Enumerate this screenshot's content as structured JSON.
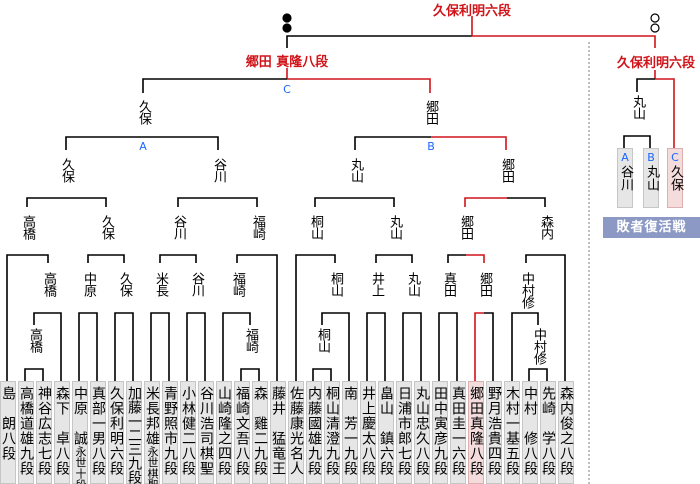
{
  "champion": "久保利明六段",
  "finalist_left": "郷田 真隆八段",
  "final_score_left": "●●",
  "final_score_right": "○○",
  "repechage_winner": "久保利明六段",
  "slots": {
    "a": "A",
    "b": "B",
    "c": "C"
  },
  "labels": [
    "久保",
    "郷田",
    "久保",
    "谷川",
    "丸山",
    "郷田",
    "高橋",
    "久保",
    "谷川",
    "福崎",
    "桐山",
    "丸山",
    "郷田",
    "森内",
    "高橋",
    "中原",
    "久保",
    "米長",
    "谷川",
    "福崎",
    "桐山",
    "井上",
    "丸山",
    "真田",
    "郷田",
    "中村修",
    "高橋",
    "福崎",
    "桐山",
    "中村修"
  ],
  "players": [
    {
      "name": "島　朗",
      "title": "八段"
    },
    {
      "name": "高橋道雄",
      "title": "九段"
    },
    {
      "name": "神谷広志",
      "title": "七段"
    },
    {
      "name": "森下　卓",
      "title": "八段"
    },
    {
      "name": "中原　誠",
      "title": "永世十段",
      "small": true
    },
    {
      "name": "真部一男",
      "title": "八段"
    },
    {
      "name": "久保利明",
      "title": "六段"
    },
    {
      "name": "加藤一二三",
      "title": "九段"
    },
    {
      "name": "米長邦雄",
      "title": "永世棋聖",
      "small": true
    },
    {
      "name": "青野照市",
      "title": "九段"
    },
    {
      "name": "小林健二",
      "title": "八段"
    },
    {
      "name": "谷川浩司",
      "title": "棋聖"
    },
    {
      "name": "山崎隆之",
      "title": "四段"
    },
    {
      "name": "福崎文吾",
      "title": "八段"
    },
    {
      "name": "森　雞二",
      "title": "九段"
    },
    {
      "name": "藤井　猛",
      "title": "竜王"
    },
    {
      "name": "佐藤康光",
      "title": "名人"
    },
    {
      "name": "内藤國雄",
      "title": "九段"
    },
    {
      "name": "桐山清澄",
      "title": "九段"
    },
    {
      "name": "南　芳一",
      "title": "九段"
    },
    {
      "name": "井上慶太",
      "title": "八段"
    },
    {
      "name": "畠山　鎮",
      "title": "六段"
    },
    {
      "name": "日浦市郎",
      "title": "七段"
    },
    {
      "name": "丸山忠久",
      "title": "八段"
    },
    {
      "name": "田中寅彦",
      "title": "九段"
    },
    {
      "name": "真田圭一",
      "title": "六段"
    },
    {
      "name": "郷田真隆",
      "title": "八段",
      "highlight": true
    },
    {
      "name": "野月浩貴",
      "title": "四段"
    },
    {
      "name": "木村一基",
      "title": "五段"
    },
    {
      "name": "中村　修",
      "title": "八段"
    },
    {
      "name": "先崎　学",
      "title": "八段"
    },
    {
      "name": "森内俊之",
      "title": "八段"
    }
  ],
  "repechage": {
    "label": "丸山",
    "entries": [
      {
        "slot": "A",
        "name": "谷川"
      },
      {
        "slot": "B",
        "name": "丸山"
      },
      {
        "slot": "C",
        "name": "久保",
        "highlight": true
      }
    ],
    "banner": "敗者復活戦"
  },
  "colors": {
    "line": "#000000",
    "winner": "#d0141a",
    "slot": "#1a66ff",
    "box": "#e6e6e6",
    "highlight": "#f4dcdc",
    "banner": "#8c99c4"
  }
}
